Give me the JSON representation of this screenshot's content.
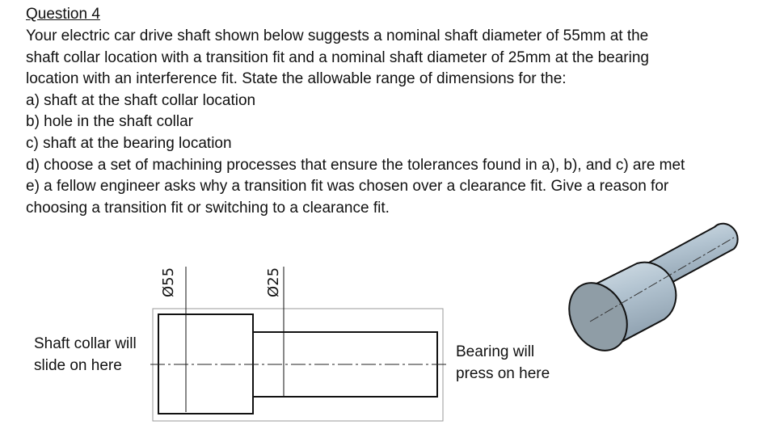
{
  "question": {
    "heading": "Question 4",
    "lines": [
      "Your electric car drive shaft shown below suggests a nominal shaft diameter of 55mm at the",
      "shaft collar location with a transition fit and a nominal shaft diameter of 25mm at the bearing",
      "location with an interference fit. State the allowable range of dimensions for the:",
      "a) shaft at the shaft collar location",
      "b) hole in the shaft collar",
      "c) shaft at the bearing location",
      "d) choose a set of machining processes that ensure the tolerances found in a), b), and c) are met",
      "e) a fellow engineer asks why a transition fit was chosen over a clearance fit. Give a reason for",
      "choosing a transition fit or switching to a clearance fit."
    ]
  },
  "drawing": {
    "dim_large": "Ø55",
    "dim_small": "Ø25",
    "left_note": [
      "Shaft collar will",
      "slide on here"
    ],
    "right_note": [
      "Bearing will",
      "press on here"
    ]
  },
  "colors": {
    "shaft_body": "#aebfcd",
    "shaft_end": "#8f9da6",
    "line": "#111111",
    "frame": "#9a9a9a"
  }
}
